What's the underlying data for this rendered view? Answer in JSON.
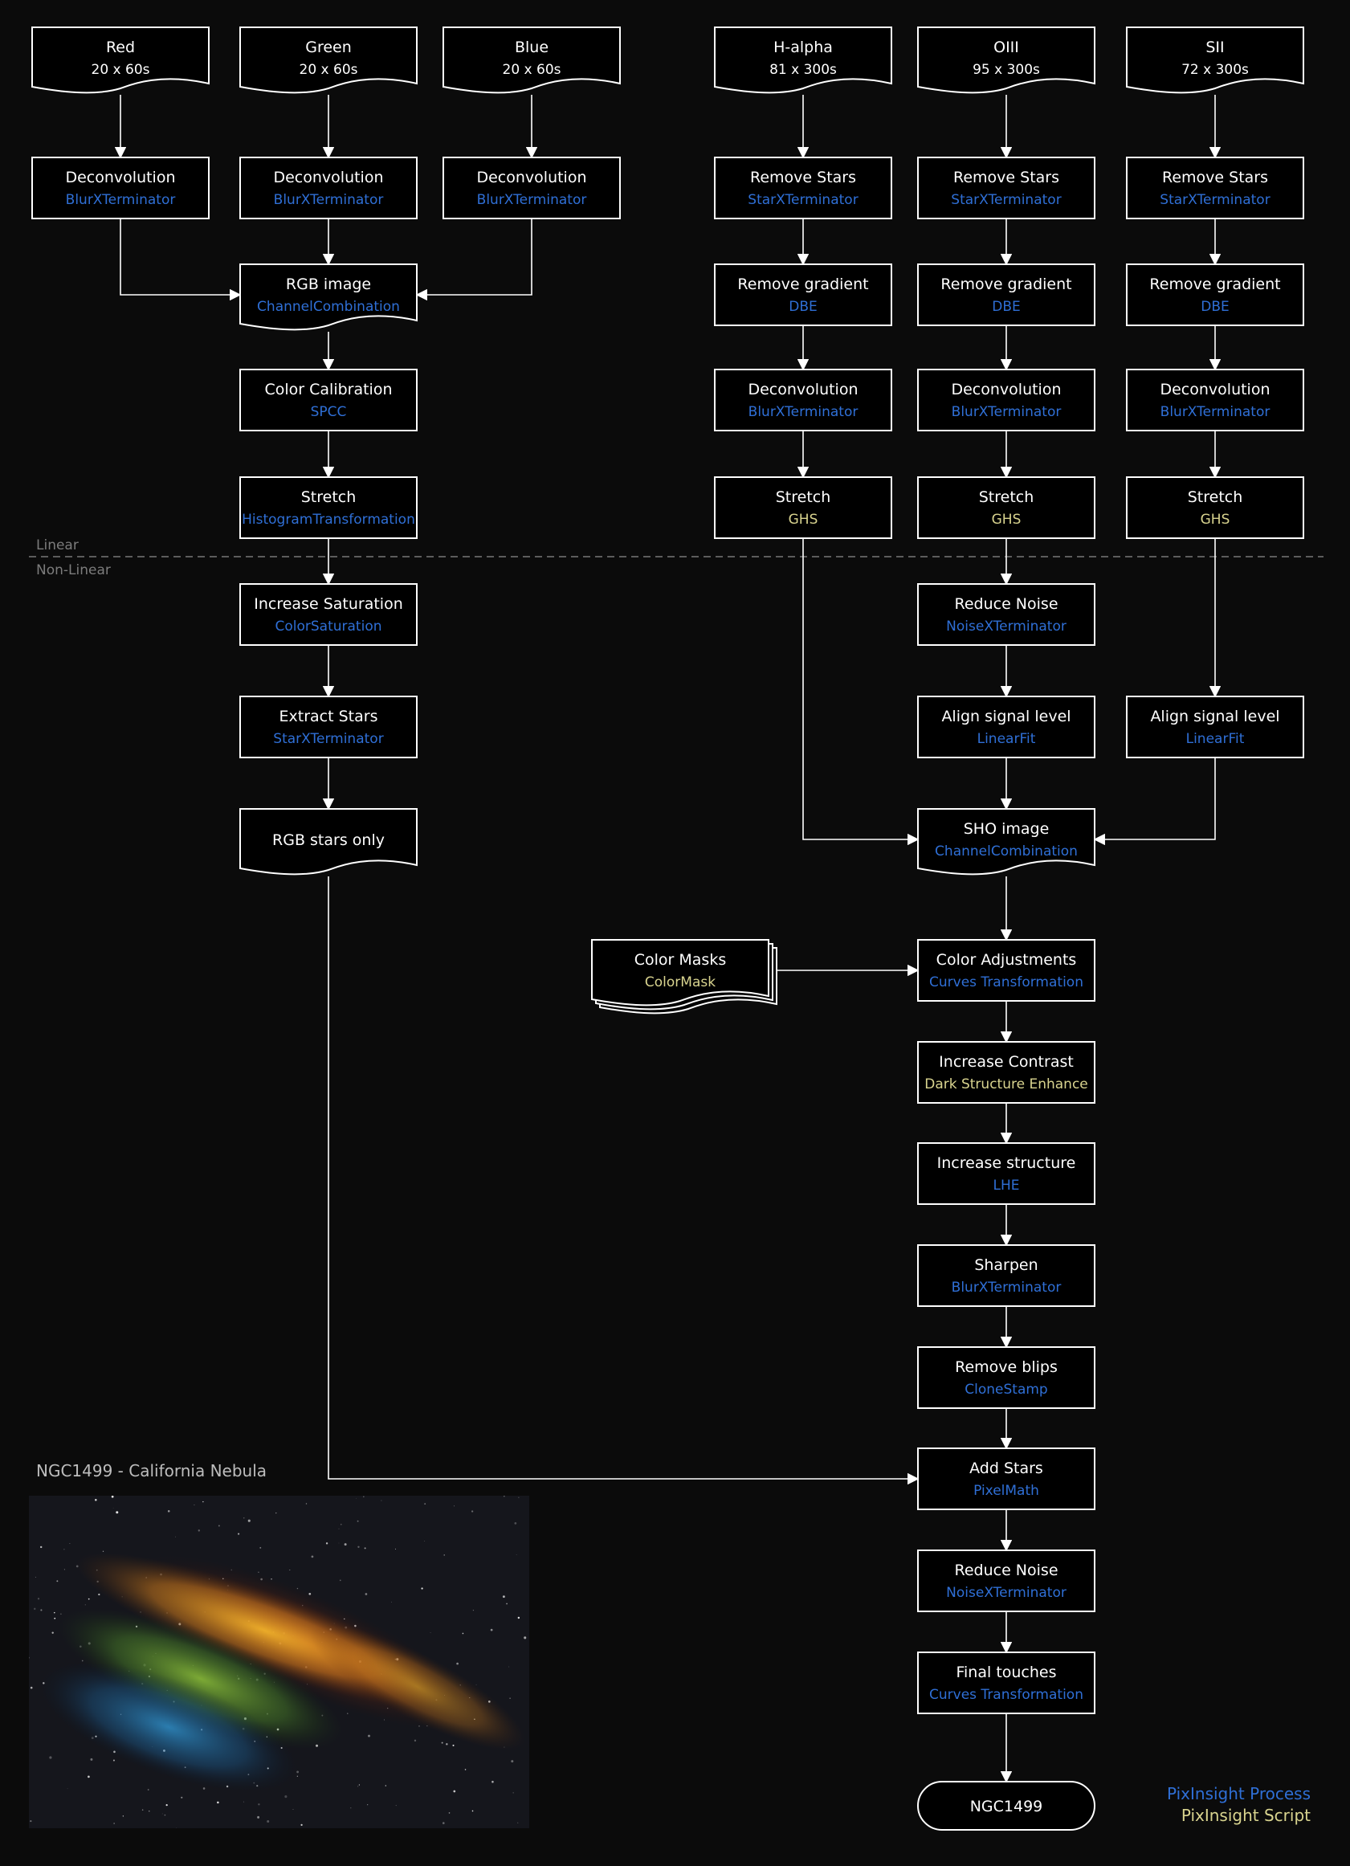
{
  "colors": {
    "background": "#0b0b0b",
    "process": "#2f6fd6",
    "script": "#d9d48f",
    "stroke": "#ffffff"
  },
  "stage_labels": {
    "linear": "Linear",
    "nonlinear": "Non-Linear"
  },
  "photo_caption": "NGC1499 - California Nebula",
  "legend": {
    "process": "PixInsight Process",
    "script": "PixInsight Script"
  },
  "nodes": [
    {
      "id": "red",
      "title": "Red",
      "sub": "20 x 60s",
      "kind": "title",
      "shape": "doc"
    },
    {
      "id": "green",
      "title": "Green",
      "sub": "20 x 60s",
      "kind": "title",
      "shape": "doc"
    },
    {
      "id": "blue",
      "title": "Blue",
      "sub": "20 x 60s",
      "kind": "title",
      "shape": "doc"
    },
    {
      "id": "ha",
      "title": "H-alpha",
      "sub": "81 x 300s",
      "kind": "title",
      "shape": "doc"
    },
    {
      "id": "oiii",
      "title": "OIII",
      "sub": "95 x 300s",
      "kind": "title",
      "shape": "doc"
    },
    {
      "id": "sii",
      "title": "SII",
      "sub": "72 x 300s",
      "kind": "title",
      "shape": "doc"
    },
    {
      "id": "r_deconv",
      "title": "Deconvolution",
      "sub": "BlurXTerminator",
      "kind": "process",
      "shape": "rect"
    },
    {
      "id": "g_deconv",
      "title": "Deconvolution",
      "sub": "BlurXTerminator",
      "kind": "process",
      "shape": "rect"
    },
    {
      "id": "b_deconv",
      "title": "Deconvolution",
      "sub": "BlurXTerminator",
      "kind": "process",
      "shape": "rect"
    },
    {
      "id": "ha_stars",
      "title": "Remove Stars",
      "sub": "StarXTerminator",
      "kind": "process",
      "shape": "rect"
    },
    {
      "id": "oiii_stars",
      "title": "Remove Stars",
      "sub": "StarXTerminator",
      "kind": "process",
      "shape": "rect"
    },
    {
      "id": "sii_stars",
      "title": "Remove Stars",
      "sub": "StarXTerminator",
      "kind": "process",
      "shape": "rect"
    },
    {
      "id": "rgb_image",
      "title": "RGB image",
      "sub": "ChannelCombination",
      "kind": "process",
      "shape": "doc"
    },
    {
      "id": "ha_grad",
      "title": "Remove gradient",
      "sub": "DBE",
      "kind": "process",
      "shape": "rect"
    },
    {
      "id": "oiii_grad",
      "title": "Remove gradient",
      "sub": "DBE",
      "kind": "process",
      "shape": "rect"
    },
    {
      "id": "sii_grad",
      "title": "Remove gradient",
      "sub": "DBE",
      "kind": "process",
      "shape": "rect"
    },
    {
      "id": "color_cal",
      "title": "Color Calibration",
      "sub": "SPCC",
      "kind": "process",
      "shape": "rect"
    },
    {
      "id": "ha_deconv",
      "title": "Deconvolution",
      "sub": "BlurXTerminator",
      "kind": "process",
      "shape": "rect"
    },
    {
      "id": "oiii_deconv",
      "title": "Deconvolution",
      "sub": "BlurXTerminator",
      "kind": "process",
      "shape": "rect"
    },
    {
      "id": "sii_deconv",
      "title": "Deconvolution",
      "sub": "BlurXTerminator",
      "kind": "process",
      "shape": "rect"
    },
    {
      "id": "rgb_stretch",
      "title": "Stretch",
      "sub": "HistogramTransformation",
      "kind": "process",
      "shape": "rect"
    },
    {
      "id": "ha_stretch",
      "title": "Stretch",
      "sub": "GHS",
      "kind": "script",
      "shape": "rect"
    },
    {
      "id": "oiii_stretch",
      "title": "Stretch",
      "sub": "GHS",
      "kind": "script",
      "shape": "rect"
    },
    {
      "id": "sii_stretch",
      "title": "Stretch",
      "sub": "GHS",
      "kind": "script",
      "shape": "rect"
    },
    {
      "id": "saturation",
      "title": "Increase Saturation",
      "sub": "ColorSaturation",
      "kind": "process",
      "shape": "rect"
    },
    {
      "id": "oiii_noise",
      "title": "Reduce Noise",
      "sub": "NoiseXTerminator",
      "kind": "process",
      "shape": "rect"
    },
    {
      "id": "extract_stars",
      "title": "Extract Stars",
      "sub": "StarXTerminator",
      "kind": "process",
      "shape": "rect"
    },
    {
      "id": "oiii_align",
      "title": "Align signal level",
      "sub": "LinearFit",
      "kind": "process",
      "shape": "rect"
    },
    {
      "id": "sii_align",
      "title": "Align signal level",
      "sub": "LinearFit",
      "kind": "process",
      "shape": "rect"
    },
    {
      "id": "rgb_stars",
      "title": "RGB stars only",
      "sub": "",
      "kind": "title",
      "shape": "doc"
    },
    {
      "id": "sho_image",
      "title": "SHO image",
      "sub": "ChannelCombination",
      "kind": "process",
      "shape": "doc"
    },
    {
      "id": "color_masks",
      "title": "Color Masks",
      "sub": "ColorMask",
      "kind": "script",
      "shape": "multidoc"
    },
    {
      "id": "color_adj",
      "title": "Color Adjustments",
      "sub": "Curves Transformation",
      "kind": "process",
      "shape": "rect"
    },
    {
      "id": "contrast",
      "title": "Increase Contrast",
      "sub": "Dark Structure Enhance",
      "kind": "script",
      "shape": "rect"
    },
    {
      "id": "structure",
      "title": "Increase structure",
      "sub": "LHE",
      "kind": "process",
      "shape": "rect"
    },
    {
      "id": "sharpen",
      "title": "Sharpen",
      "sub": "BlurXTerminator",
      "kind": "process",
      "shape": "rect"
    },
    {
      "id": "blips",
      "title": "Remove blips",
      "sub": "CloneStamp",
      "kind": "process",
      "shape": "rect"
    },
    {
      "id": "add_stars",
      "title": "Add Stars",
      "sub": "PixelMath",
      "kind": "process",
      "shape": "rect"
    },
    {
      "id": "final_noise",
      "title": "Reduce Noise",
      "sub": "NoiseXTerminator",
      "kind": "process",
      "shape": "rect"
    },
    {
      "id": "final_touches",
      "title": "Final touches",
      "sub": "Curves Transformation",
      "kind": "process",
      "shape": "rect"
    },
    {
      "id": "final",
      "title": "NGC1499",
      "sub": "",
      "kind": "title",
      "shape": "terminal"
    }
  ],
  "edges": [
    [
      "red",
      "r_deconv"
    ],
    [
      "green",
      "g_deconv"
    ],
    [
      "blue",
      "b_deconv"
    ],
    [
      "ha",
      "ha_stars"
    ],
    [
      "oiii",
      "oiii_stars"
    ],
    [
      "sii",
      "sii_stars"
    ],
    [
      "r_deconv",
      "rgb_image"
    ],
    [
      "g_deconv",
      "rgb_image"
    ],
    [
      "b_deconv",
      "rgb_image"
    ],
    [
      "ha_stars",
      "ha_grad"
    ],
    [
      "oiii_stars",
      "oiii_grad"
    ],
    [
      "sii_stars",
      "sii_grad"
    ],
    [
      "rgb_image",
      "color_cal"
    ],
    [
      "ha_grad",
      "ha_deconv"
    ],
    [
      "oiii_grad",
      "oiii_deconv"
    ],
    [
      "sii_grad",
      "sii_deconv"
    ],
    [
      "color_cal",
      "rgb_stretch"
    ],
    [
      "ha_deconv",
      "ha_stretch"
    ],
    [
      "oiii_deconv",
      "oiii_stretch"
    ],
    [
      "sii_deconv",
      "sii_stretch"
    ],
    [
      "rgb_stretch",
      "saturation"
    ],
    [
      "oiii_stretch",
      "oiii_noise"
    ],
    [
      "sii_stretch",
      "sii_align"
    ],
    [
      "saturation",
      "extract_stars"
    ],
    [
      "oiii_noise",
      "oiii_align"
    ],
    [
      "extract_stars",
      "rgb_stars"
    ],
    [
      "ha_stretch",
      "sho_image"
    ],
    [
      "oiii_align",
      "sho_image"
    ],
    [
      "sii_align",
      "sho_image"
    ],
    [
      "sho_image",
      "color_adj"
    ],
    [
      "color_masks",
      "color_adj"
    ],
    [
      "color_adj",
      "contrast"
    ],
    [
      "contrast",
      "structure"
    ],
    [
      "structure",
      "sharpen"
    ],
    [
      "sharpen",
      "blips"
    ],
    [
      "blips",
      "add_stars"
    ],
    [
      "rgb_stars",
      "add_stars"
    ],
    [
      "add_stars",
      "final_noise"
    ],
    [
      "final_noise",
      "final_touches"
    ],
    [
      "final_touches",
      "final"
    ]
  ]
}
